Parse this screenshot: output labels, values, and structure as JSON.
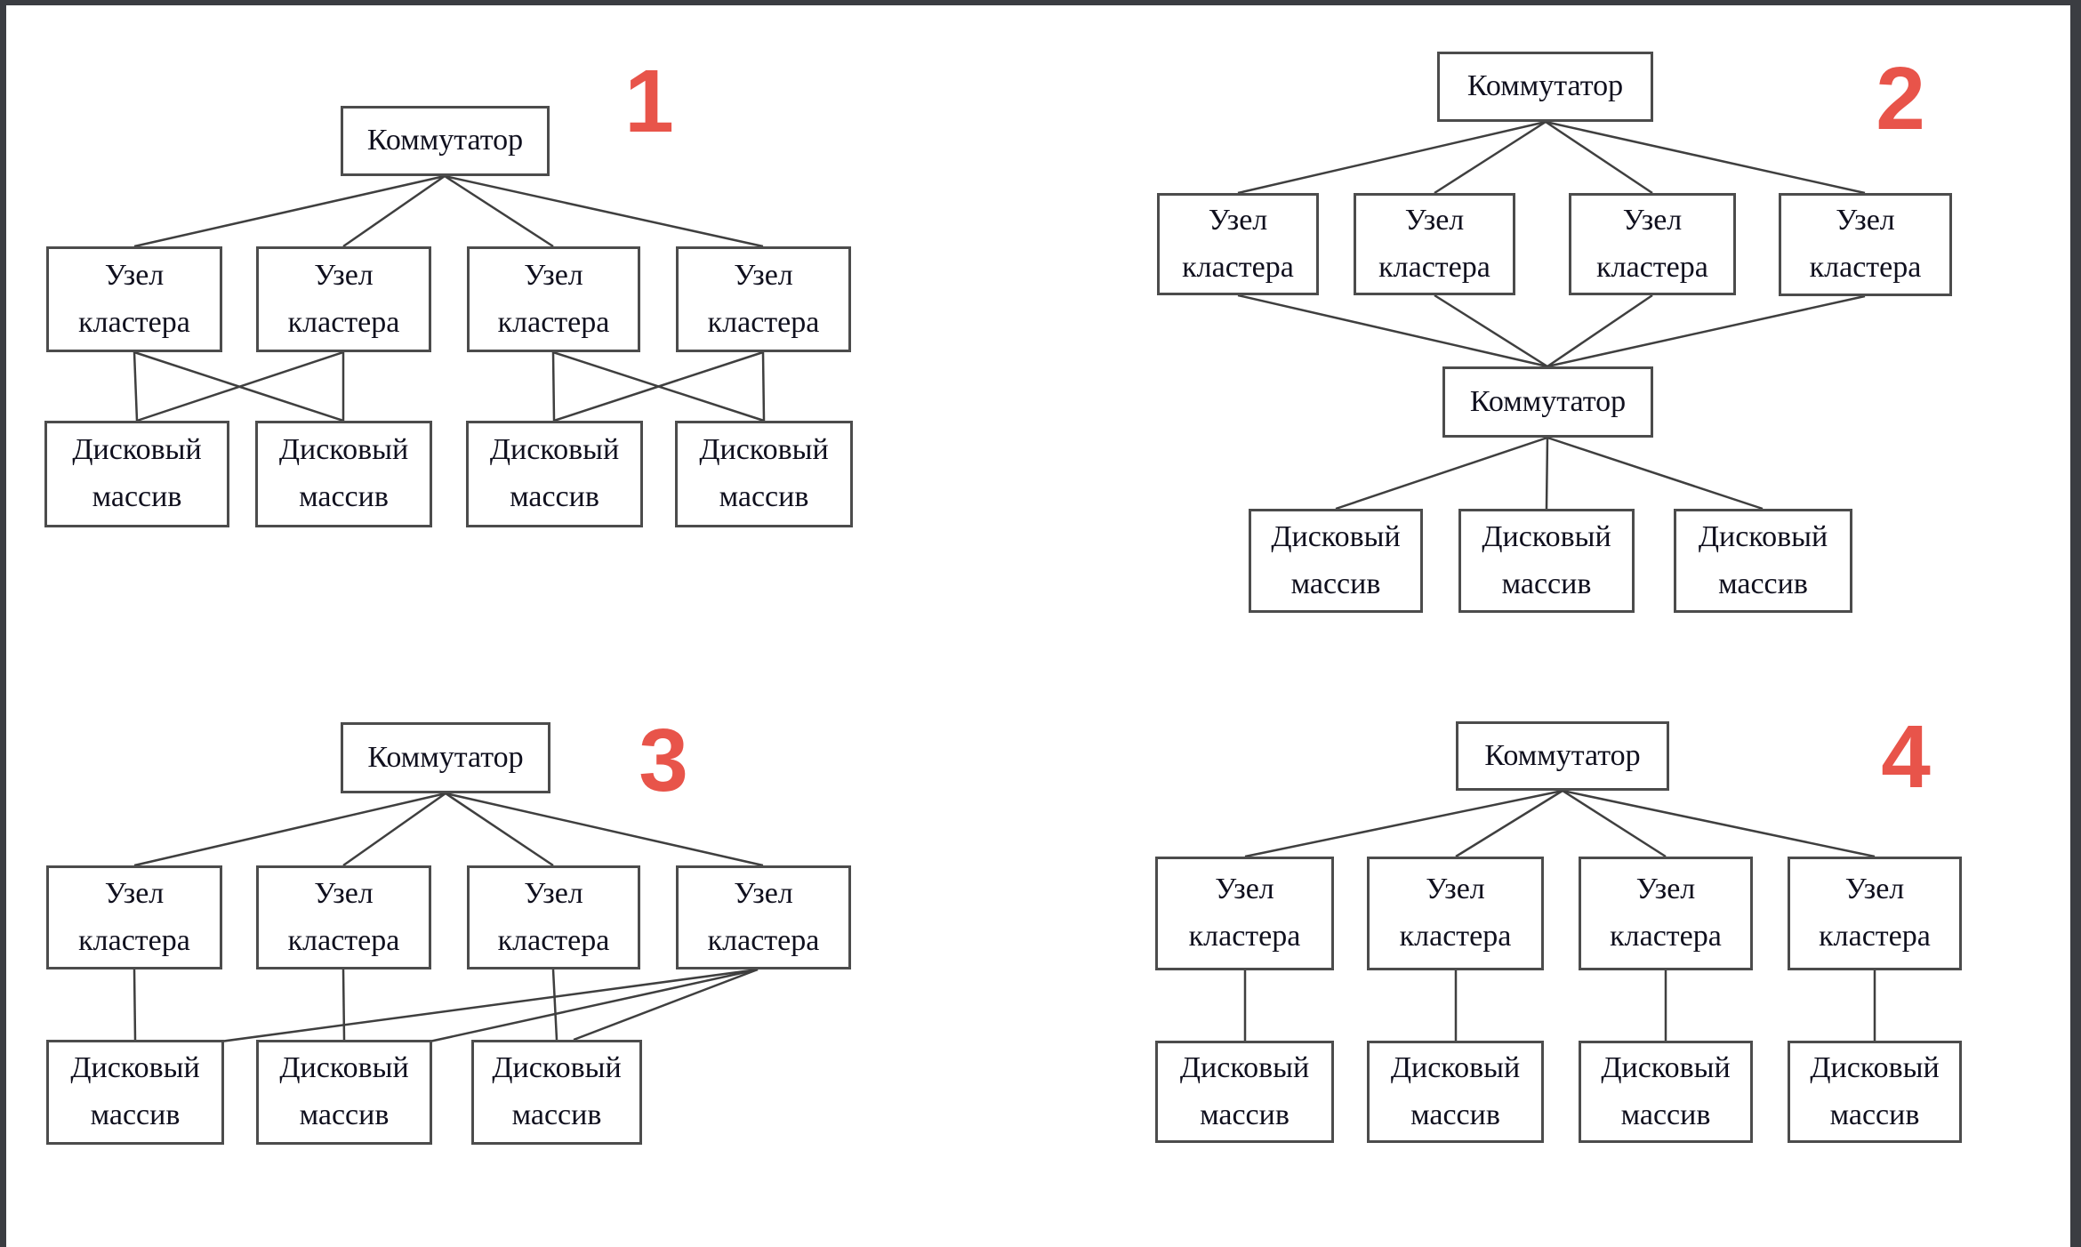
{
  "colors": {
    "accent_red": "#e8544a",
    "frame_gray": "#3b3d42",
    "line_gray": "#3f3f3f",
    "box_border": "#4c4c4c",
    "text": "#10101e"
  },
  "labels": {
    "switch": "Коммутатор",
    "cluster_node": "Узел кластера",
    "disk_array": "Дисковый массив"
  },
  "diagrams": [
    {
      "number": "1",
      "switches": 1,
      "cluster_nodes": 4,
      "disk_arrays": 4,
      "connections": [
        "switch → node1, node2, node3, node4",
        "node1 → disk1, disk2 (cross pair)",
        "node2 → disk1, disk2 (cross pair)",
        "node3 → disk3, disk4 (cross pair)",
        "node4 → disk3, disk4 (cross pair)"
      ]
    },
    {
      "number": "2",
      "switches": 2,
      "cluster_nodes": 4,
      "disk_arrays": 3,
      "connections": [
        "switch1 → node1, node2, node3, node4",
        "node1, node2, node3, node4 → switch2",
        "switch2 → disk1, disk2, disk3"
      ]
    },
    {
      "number": "3",
      "switches": 1,
      "cluster_nodes": 4,
      "disk_arrays": 3,
      "connections": [
        "switch → node1, node2, node3, node4",
        "node1 → disk1",
        "node2 → disk2",
        "node3 → disk3",
        "node4 → disk1, disk2, disk3 (fan)"
      ]
    },
    {
      "number": "4",
      "switches": 1,
      "cluster_nodes": 4,
      "disk_arrays": 4,
      "connections": [
        "switch → node1, node2, node3, node4",
        "node1 → disk1",
        "node2 → disk2",
        "node3 → disk3",
        "node4 → disk4"
      ]
    }
  ]
}
